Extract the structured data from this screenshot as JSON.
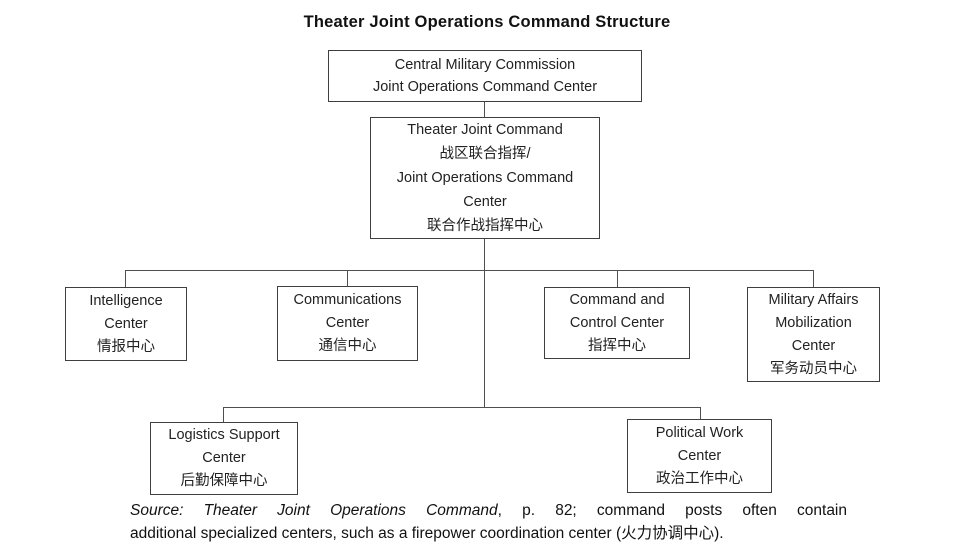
{
  "title": "Theater Joint Operations Command Structure",
  "org_chart": {
    "boxes": {
      "cmc": {
        "lines": [
          "Central Military Commission",
          "Joint Operations Command Center"
        ]
      },
      "theater": {
        "lines": [
          "Theater Joint Command",
          "战区联合指挥/",
          "Joint Operations Command",
          "Center",
          "联合作战指挥中心"
        ]
      },
      "intelligence": {
        "lines": [
          "Intelligence",
          "Center",
          "情报中心"
        ]
      },
      "communications": {
        "lines": [
          "Communications",
          "Center",
          "通信中心"
        ]
      },
      "command_control": {
        "lines": [
          "Command and",
          "Control Center",
          "指挥中心"
        ]
      },
      "military_affairs": {
        "lines": [
          "Military Affairs",
          "Mobilization",
          "Center",
          "军务动员中心"
        ]
      },
      "logistics": {
        "lines": [
          "Logistics Support",
          "Center",
          "后勤保障中心"
        ]
      },
      "political": {
        "lines": [
          "Political Work",
          "Center",
          "政治工作中心"
        ]
      }
    },
    "hierarchy": {
      "root": "cmc",
      "cmc_child": "theater",
      "theater_children_row1": [
        "intelligence",
        "communications",
        "command_control",
        "military_affairs"
      ],
      "theater_children_row2": [
        "logistics",
        "political"
      ]
    }
  },
  "source": {
    "line1_italic": "Source: Theater Joint Operations Command",
    "line1_regular": ", p. 82; command posts often contain",
    "line2": "additional specialized centers, such as a firepower coordination center (火力协调中心)."
  },
  "colors": {
    "background": "#ffffff",
    "box_border": "#3f3f3f",
    "connector": "#4f4f4f",
    "text": "#1a1a1a"
  }
}
